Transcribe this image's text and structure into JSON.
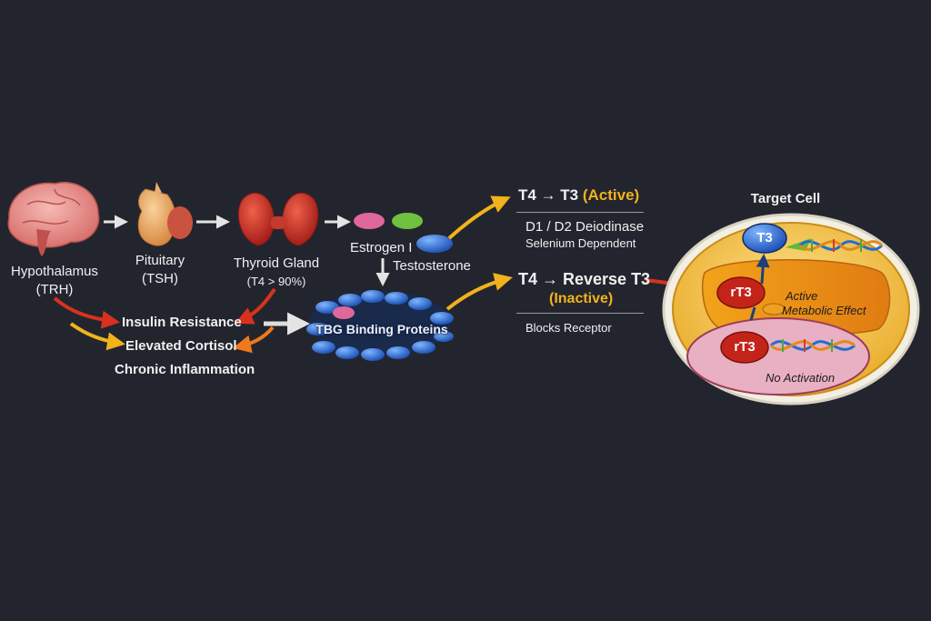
{
  "glands": {
    "hypothalamus": {
      "name": "Hypothalamus",
      "hormone": "(TRH)"
    },
    "pituitary": {
      "name": "Pituitary",
      "hormone": "(TSH)"
    },
    "thyroid": {
      "name": "Thyroid Gland",
      "hormone": "(T4 > 90%)"
    }
  },
  "sex_hormones": {
    "estrogen": "Estrogen I",
    "testosterone": "Testosterone"
  },
  "tbg": {
    "label": "TBG Binding Proteins"
  },
  "factors": [
    "Insulin Resistance",
    "Elevated Cortisol",
    "Chronic Inflammation"
  ],
  "pathways": {
    "active": {
      "title": "T4 → T3 (Active)",
      "detail1": "D1 / D2 Deiodinase",
      "detail2": "Selenium Dependent"
    },
    "reverse": {
      "title": "T4 → Reverse T3",
      "subtitle": "(Inactive)",
      "detail": "Blocks Receptor"
    }
  },
  "target_cell": {
    "title": "Target Cell",
    "t3": "T3",
    "rt3_upper": "rT3",
    "rt3_lower": "rT3",
    "active_effect_line1": "Active",
    "active_effect_line2": "Metabolic Effect",
    "no_activation": "No Activation"
  },
  "colors": {
    "background": "#23252e",
    "accent_yellow": "#f2b21c",
    "arrow_red": "#d8321e",
    "tbg_blue": "#2f6fd6",
    "cell_yellow": "#f4c73e"
  }
}
